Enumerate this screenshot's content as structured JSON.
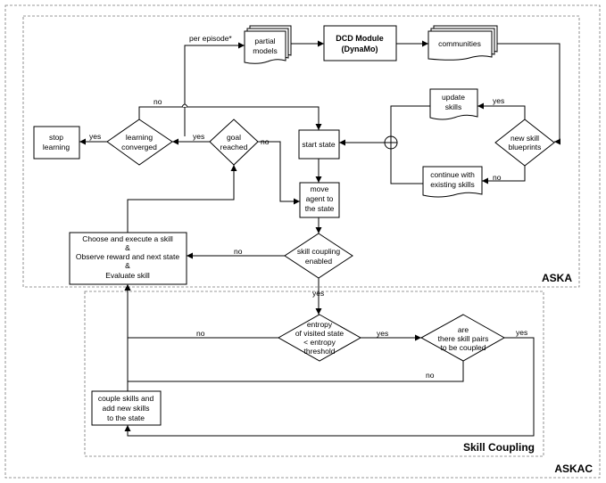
{
  "regions": {
    "askac": "ASKAC",
    "aska": "ASKA",
    "skill_coupling": "Skill Coupling"
  },
  "nodes": {
    "partial_models": [
      "partial",
      "models"
    ],
    "dcd_module": [
      "DCD Module",
      "(DynaMo)"
    ],
    "communities": [
      "communities"
    ],
    "update_skills": [
      "update",
      "skills"
    ],
    "new_skill_blueprints": [
      "new skill",
      "blueprints"
    ],
    "continue_existing": [
      "continue with",
      "existing skills"
    ],
    "start_state": [
      "start state"
    ],
    "move_agent": [
      "move",
      "agent to",
      "the state"
    ],
    "goal_reached": [
      "goal",
      "reached"
    ],
    "learning_converged": [
      "learning",
      "converged"
    ],
    "stop_learning": [
      "stop",
      "learning"
    ],
    "choose_execute": [
      "Choose and execute a skill",
      "&",
      "Observe reward and next state",
      "&",
      "Evaluate skill"
    ],
    "skill_coupling_enabled": [
      "skill coupling",
      "enabled"
    ],
    "entropy_check": [
      "entropy",
      "of visited state",
      "< entropy",
      "threshold"
    ],
    "skill_pairs": [
      "are",
      "there skill pairs",
      "to be coupled"
    ],
    "couple_skills": [
      "couple skills and",
      "add new skills",
      "to the state"
    ]
  },
  "edge_labels": {
    "per_episode": "per episode*",
    "yes_update": "yes",
    "no_continue": "no",
    "no_converged": "no",
    "yes_stop": "yes",
    "yes_goal": "yes",
    "no_goal": "no",
    "no_coupling": "no",
    "yes_coupling": "yes",
    "no_entropy": "no",
    "yes_entropy": "yes",
    "yes_pairs": "yes",
    "no_pairs": "no"
  }
}
